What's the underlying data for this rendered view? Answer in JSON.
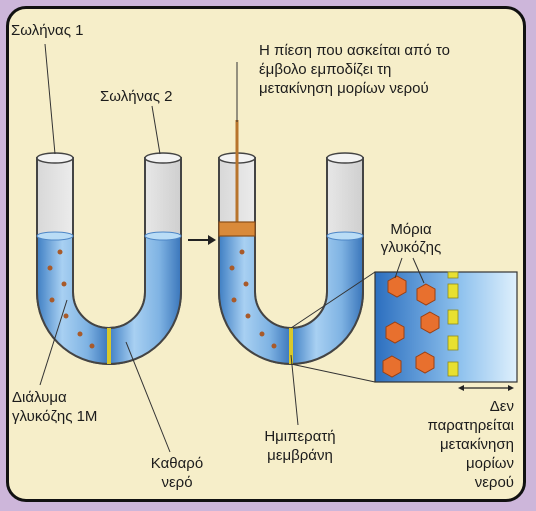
{
  "labels": {
    "tube1": "Σωλήνας 1",
    "tube2": "Σωλήνας 2",
    "pressure_line1": "Η πίεση που ασκείται από το",
    "pressure_line2": "έμβολο εμποδίζει τη",
    "pressure_line3": "μετακίνηση μορίων νερού",
    "glucose_molecules_line1": "Μόρια",
    "glucose_molecules_line2": "γλυκόζης",
    "solution_line1": "Διάλυμα",
    "solution_line2": "γλυκόζης 1Μ",
    "pure_water_line1": "Καθαρό",
    "pure_water_line2": "νερό",
    "membrane_line1": "Ημιπερατή",
    "membrane_line2": "μεμβράνη",
    "no_movement_line1": "Δεν",
    "no_movement_line2": "παρατηρείται",
    "no_movement_line3": "μετακίνηση",
    "no_movement_line4": "μορίων",
    "no_movement_line5": "νερού"
  },
  "colors": {
    "background": "#cdb6da",
    "panel": "#f6eec9",
    "water": "#7fb3e3",
    "glucose": "#e8702e",
    "membrane": "#e8e030",
    "piston": "#d98a3a"
  },
  "icons": [
    "arrow-right-icon",
    "piston-icon"
  ]
}
